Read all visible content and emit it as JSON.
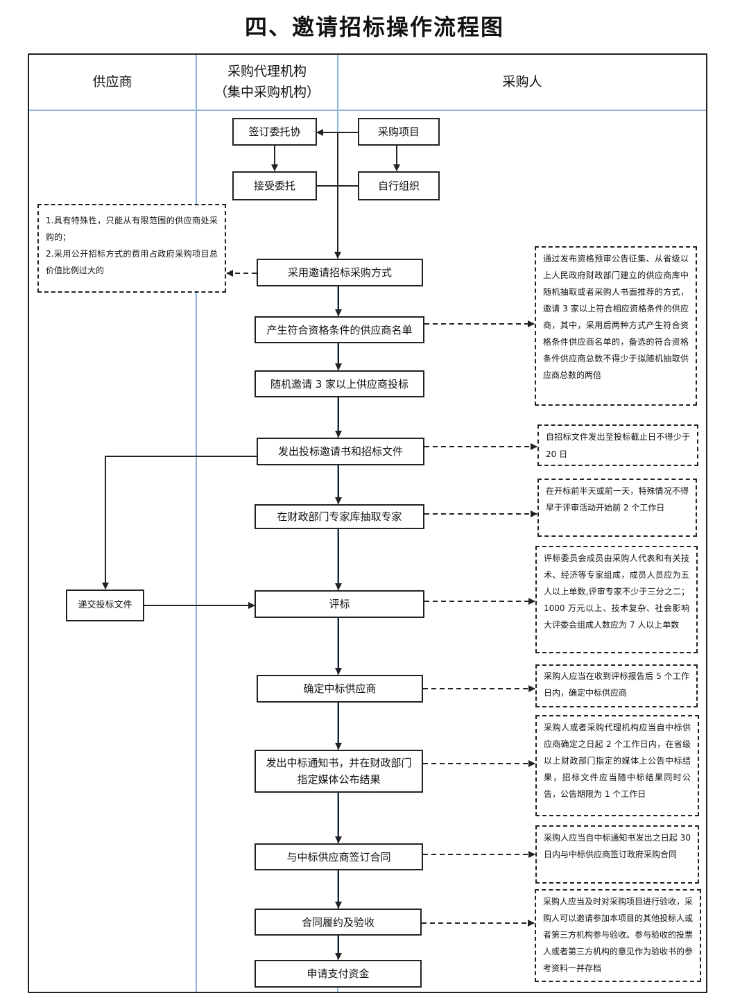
{
  "title": "四、邀请招标操作流程图",
  "lanes": {
    "supplier": "供应商",
    "agency_line1": "采购代理机构",
    "agency_line2": "（集中采购机构）",
    "purchaser": "采购人"
  },
  "steps": {
    "sign_entrust": "签订委托协",
    "purchase_project": "采购项目",
    "accept_entrust": "接受委托",
    "self_organize": "自行组织",
    "invite_method": "采用邀请招标采购方式",
    "qualified_list": "产生符合资格条件的供应商名单",
    "random_invite": "随机邀请 3 家以上供应商投标",
    "issue_docs": "发出投标邀请书和招标文件",
    "extract_experts": "在财政部门专家库抽取专家",
    "submit_bid": "递交投标文件",
    "evaluate": "评标",
    "determine_winner": "确定中标供应商",
    "notify_line1": "发出中标通知书，并在财政部门",
    "notify_line2": "指定媒体公布结果",
    "sign_contract": "与中标供应商签订合同",
    "perform_accept": "合同履约及验收",
    "apply_payment": "申请支付资金"
  },
  "notes": {
    "conditions_line1": "1.具有特殊性，只能从有限范围的供应商处采购的；",
    "conditions_line2": "2.采用公开招标方式的费用占政府采购项目总价值比例过大的",
    "qualification": "通过发布资格预审公告征集、从省级以上人民政府财政部门建立的供应商库中随机抽取或者采购人书面推荐的方式，邀请 3 家以上符合相应资格条件的供应商，其中，采用后两种方式产生符合资格条件供应商名单的，备选的符合资格条件供应商总数不得少于拟随机抽取供应商总数的两倍",
    "deadline": "自招标文件发出至投标截止日不得少于 20 日",
    "expert_time": "在开标前半天或前一天，特殊情况不得早于评审活动开始前 2 个工作日",
    "committee": "评标委员会成员由采购人代表和有关技术、经济等专家组成，成员人员应为五人以上单数,评审专家不少于三分之二；1000 万元以上、技术复杂、社会影响大评委会组成人数应为 7 人以上单数",
    "winner_time": "采购人应当在收到评标报告后 5 个工作日内，确定中标供应商",
    "announcement": "采购人或者采购代理机构应当自中标供应商确定之日起 2 个工作日内，在省级以上财政部门指定的媒体上公告中标结果，招标文件应当随中标结果同时公告，公告期限为 1 个工作日",
    "contract_time": "采购人应当自中标通知书发出之日起 30 日内与中标供应商签订政府采购合同",
    "acceptance": "采购人应当及时对采购项目进行验收，采购人可以邀请参加本项目的其他投标人或者第三方机构参与验收。参与验收的投票人或者第三方机构的意见作为验收书的参考资料一并存档"
  },
  "colors": {
    "lane_divider": "#8fb3d6",
    "line": "#222222"
  }
}
